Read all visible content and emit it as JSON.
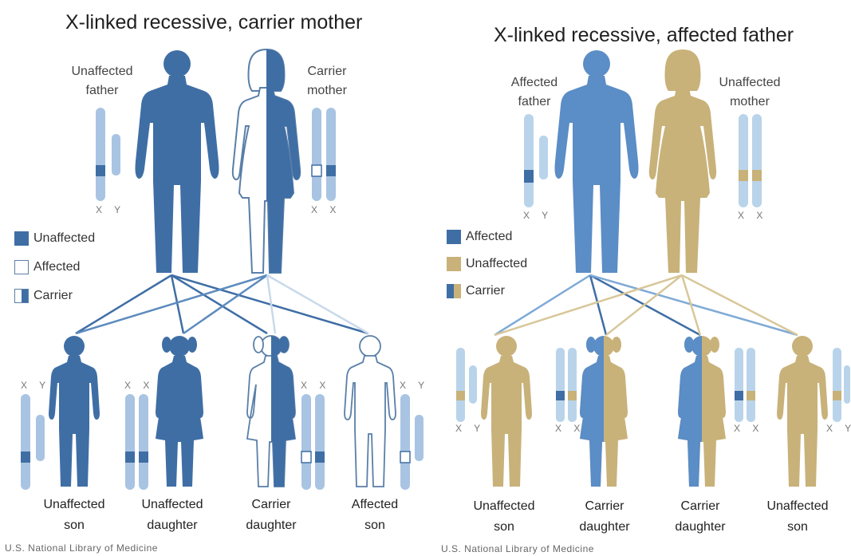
{
  "colors": {
    "dark_blue": "#3f6ea5",
    "light_blue": "#6fa0d0",
    "pale_blue": "#b9d4ea",
    "tan": "#c8b27a",
    "outline": "#5a7fa8"
  },
  "left": {
    "title": "X-linked recessive, carrier mother",
    "father_label_1": "Unaffected",
    "father_label_2": "father",
    "mother_label_1": "Carrier",
    "mother_label_2": "mother",
    "father_chrom": "X Y",
    "mother_chrom": "X X",
    "legend": [
      "Unaffected",
      "Affected",
      "Carrier"
    ],
    "children": [
      {
        "line1": "Unaffected",
        "line2": "son",
        "chrom": "X Y"
      },
      {
        "line1": "Unaffected",
        "line2": "daughter",
        "chrom": "X X"
      },
      {
        "line1": "Carrier",
        "line2": "daughter",
        "chrom": "X X"
      },
      {
        "line1": "Affected",
        "line2": "son",
        "chrom": "X Y"
      }
    ],
    "credit": "U.S. National Library of Medicine"
  },
  "right": {
    "title": "X-linked recessive, affected father",
    "father_label_1": "Affected",
    "father_label_2": "father",
    "mother_label_1": "Unaffected",
    "mother_label_2": "mother",
    "father_chrom": "X Y",
    "mother_chrom": "X X",
    "legend": [
      "Affected",
      "Unaffected",
      "Carrier"
    ],
    "children": [
      {
        "line1": "Unaffected",
        "line2": "son",
        "chrom": "X Y"
      },
      {
        "line1": "Carrier",
        "line2": "daughter",
        "chrom": "X X"
      },
      {
        "line1": "Carrier",
        "line2": "daughter",
        "chrom": "X X"
      },
      {
        "line1": "Unaffected",
        "line2": "son",
        "chrom": "X Y"
      }
    ],
    "credit": "U.S. National Library of Medicine"
  }
}
